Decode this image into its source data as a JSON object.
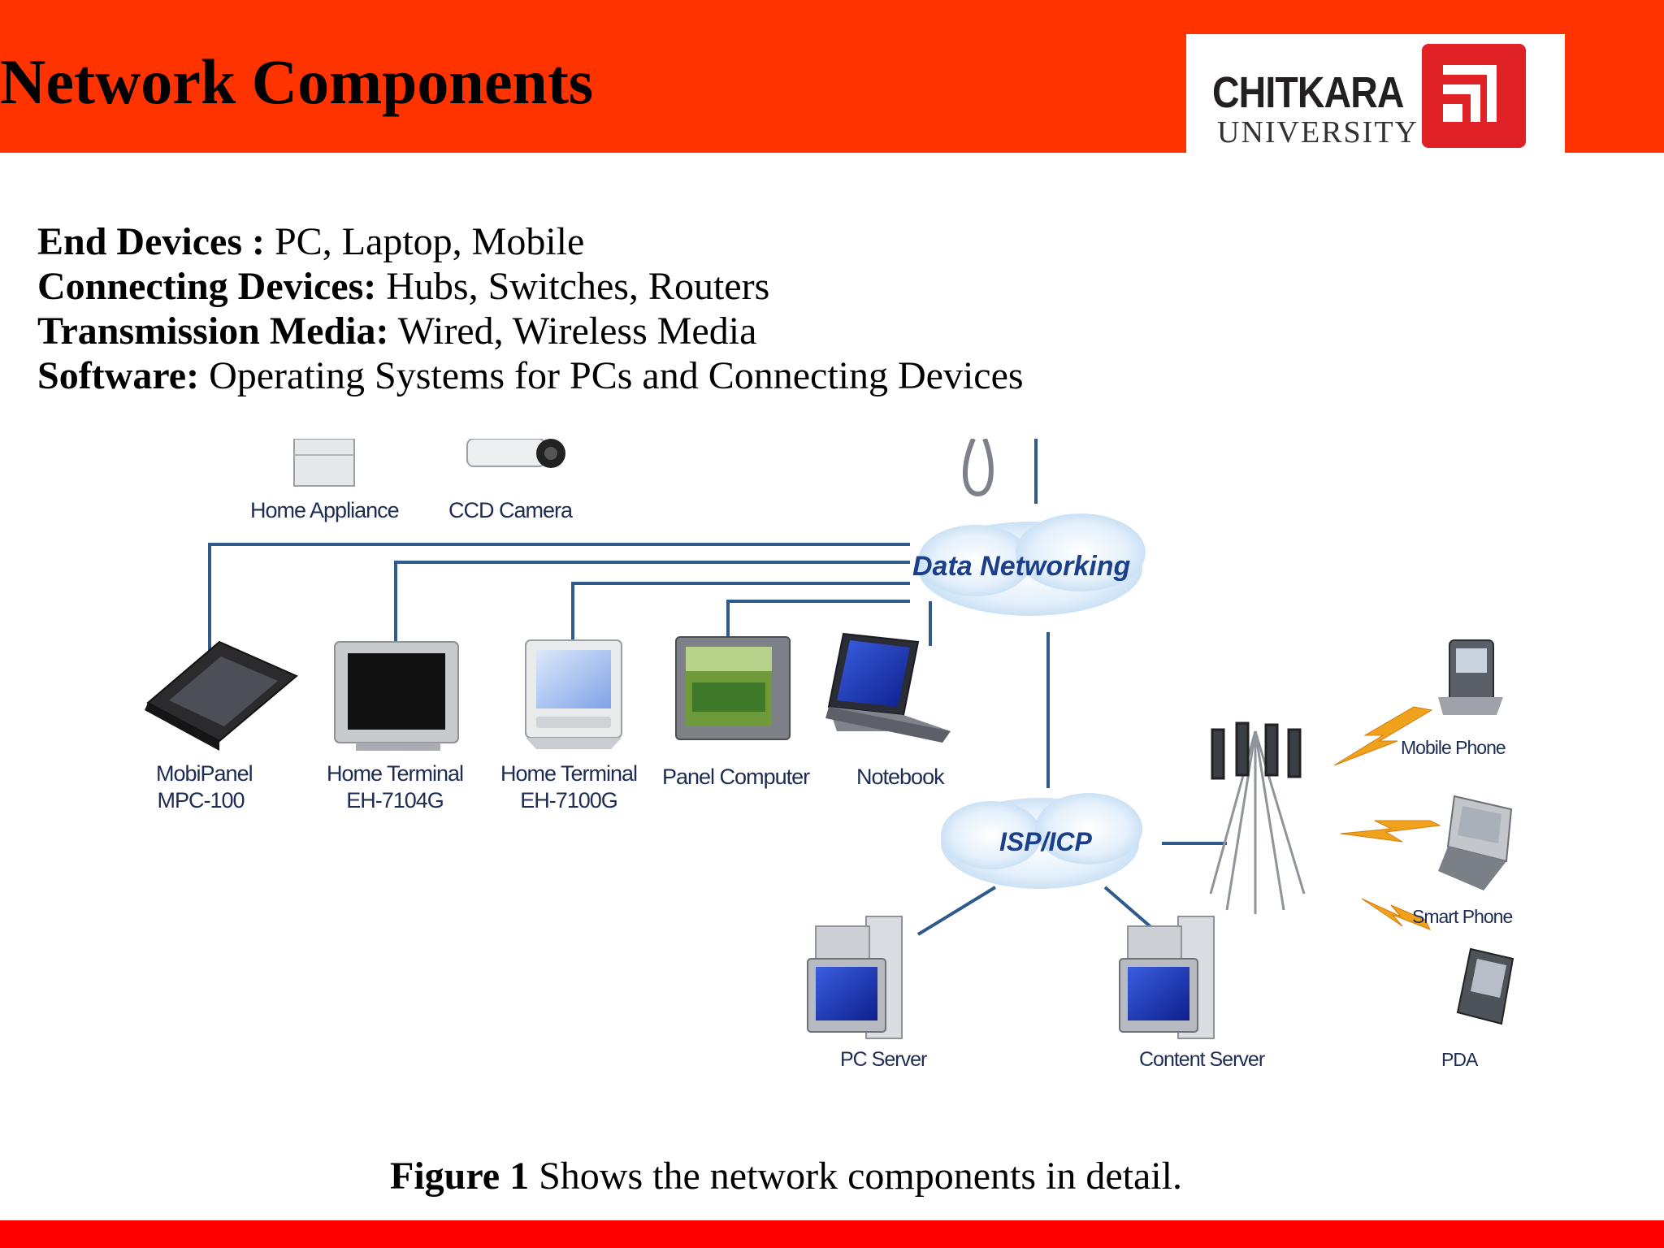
{
  "header": {
    "title": "Network Components",
    "color": "#ff3300"
  },
  "logo": {
    "name": "CHITKARA",
    "subtitle": "UNIVERSITY",
    "mark_color": "#e02227"
  },
  "bullets": [
    {
      "term": "End Devices :",
      "text": " PC, Laptop, Mobile"
    },
    {
      "term": "Connecting Devices:",
      "text": " Hubs, Switches, Routers"
    },
    {
      "term": "Transmission Media:",
      "text": " Wired, Wireless Media"
    },
    {
      "term": "Software:",
      "text": " Operating Systems for PCs and Connecting Devices"
    }
  ],
  "figure": {
    "clouds": {
      "data_networking": "Data Networking",
      "isp": "ISP/ICP"
    },
    "devices": {
      "home_appliance": "Home Appliance",
      "ccd_camera": "CCD Camera",
      "mobipanel": "MobiPanel",
      "mobipanel_model": "MPC-100",
      "home_terminal_1": "Home Terminal",
      "home_terminal_1_model": "EH-7104G",
      "home_terminal_2": "Home Terminal",
      "home_terminal_2_model": "EH-7100G",
      "panel_computer": "Panel Computer",
      "notebook": "Notebook",
      "mobile_phone": "Mobile Phone",
      "smart_phone": "Smart Phone",
      "pda": "PDA",
      "pc_server": "PC Server",
      "content_server": "Content Server"
    }
  },
  "caption": {
    "term": "Figure 1",
    "text": " Shows the network components in detail."
  },
  "footer": {
    "color": "#ff0000"
  }
}
